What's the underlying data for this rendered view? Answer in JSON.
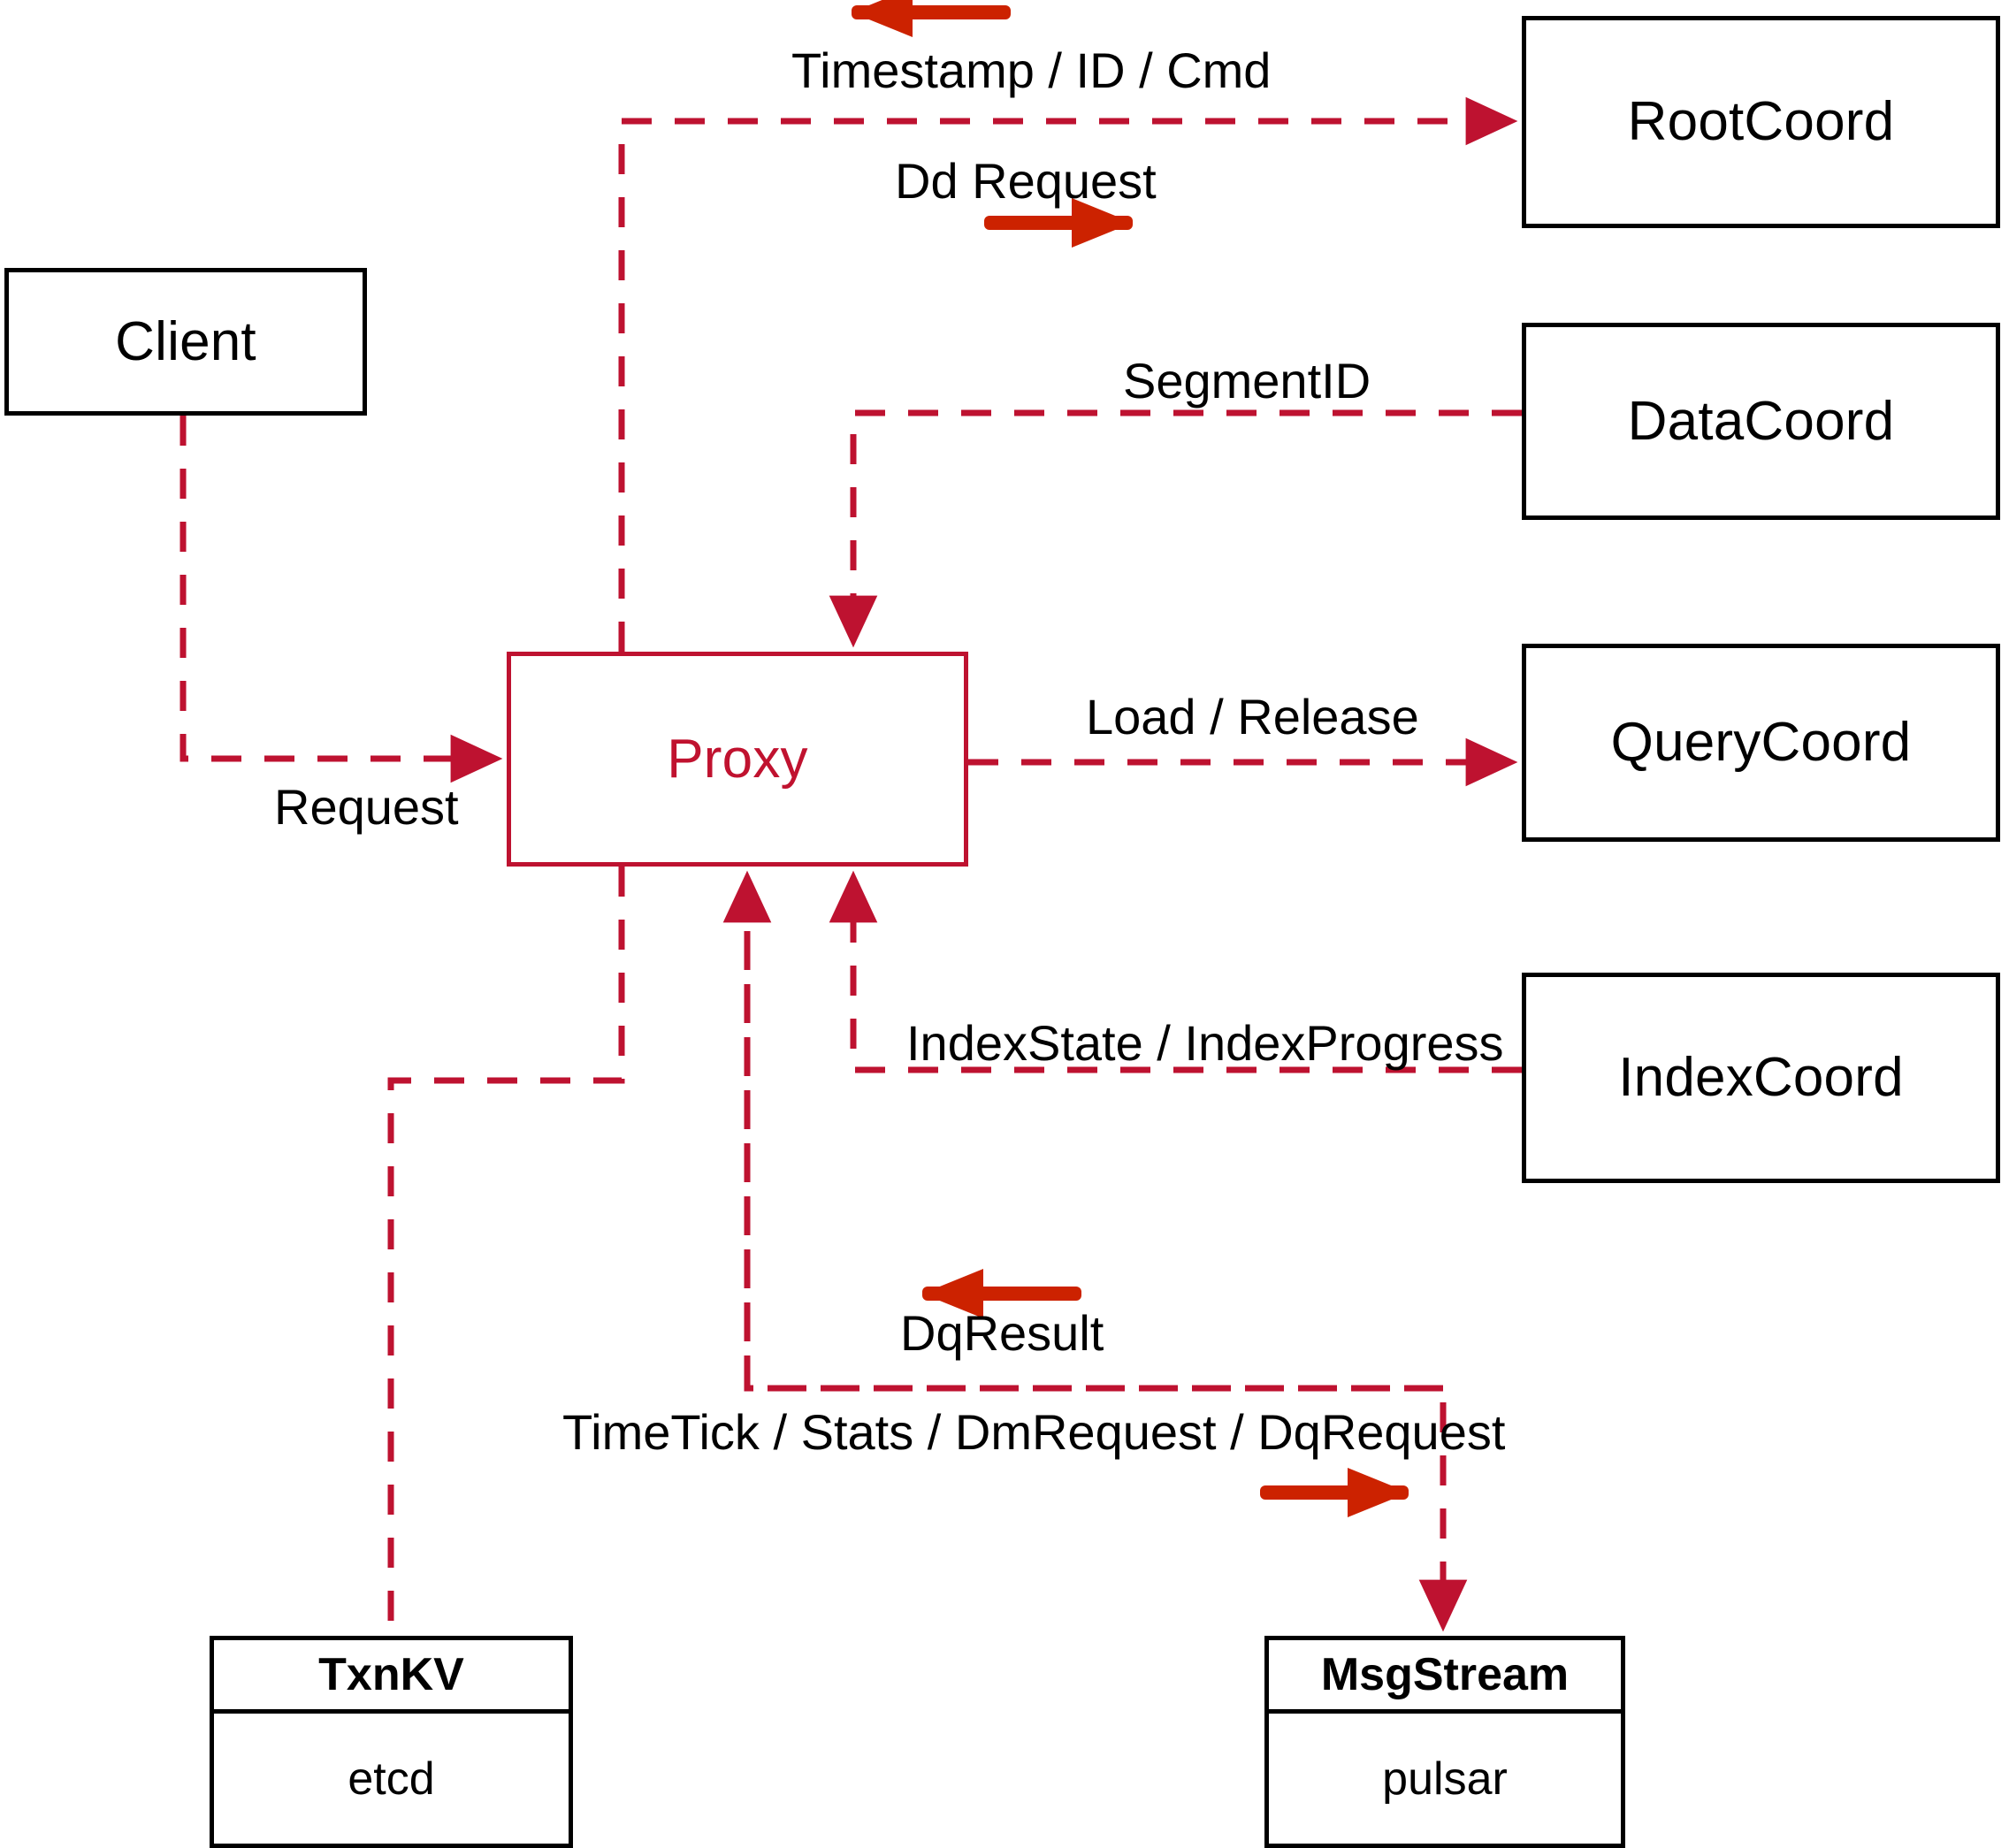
{
  "diagram": {
    "title": "Proxy component interaction diagram",
    "colors": {
      "dashed_edge": "#BE1230",
      "solid_arrow": "#CC2200",
      "node_border": "#000000",
      "proxy_border": "#BE1230",
      "proxy_text": "#C0122F",
      "background": "#FFFFFF"
    },
    "nodes": [
      {
        "id": "client",
        "label": "Client",
        "style": "black"
      },
      {
        "id": "proxy",
        "label": "Proxy",
        "style": "red"
      },
      {
        "id": "rootcoord",
        "label": "RootCoord",
        "style": "black"
      },
      {
        "id": "datacoord",
        "label": "DataCoord",
        "style": "black"
      },
      {
        "id": "querycoord",
        "label": "QueryCoord",
        "style": "black"
      },
      {
        "id": "indexcoord",
        "label": "IndexCoord",
        "style": "black"
      }
    ],
    "stacked_nodes": [
      {
        "id": "txnkv",
        "header": "TxnKV",
        "body": "etcd"
      },
      {
        "id": "msgstream",
        "header": "MsgStream",
        "body": "pulsar"
      }
    ],
    "edge_labels": [
      {
        "id": "timestamp-id-cmd",
        "text": "Timestamp / ID / Cmd"
      },
      {
        "id": "dd-request",
        "text": "Dd Request"
      },
      {
        "id": "segment-id",
        "text": "SegmentID"
      },
      {
        "id": "request",
        "text": "Request"
      },
      {
        "id": "load-release",
        "text": "Load / Release"
      },
      {
        "id": "index-state",
        "text": "IndexState / IndexProgress"
      },
      {
        "id": "dq-result",
        "text": "DqResult"
      },
      {
        "id": "timetick-stats",
        "text": "TimeTick / Stats / DmRequest / DqRequest"
      }
    ],
    "direction_arrows": [
      {
        "id": "timestamp-arrow",
        "direction": "left",
        "for": "timestamp-id-cmd"
      },
      {
        "id": "dd-request-arrow",
        "direction": "right",
        "for": "dd-request"
      },
      {
        "id": "dq-result-arrow",
        "direction": "left",
        "for": "dq-result"
      },
      {
        "id": "timetick-arrow",
        "direction": "right",
        "for": "timetick-stats"
      }
    ]
  }
}
